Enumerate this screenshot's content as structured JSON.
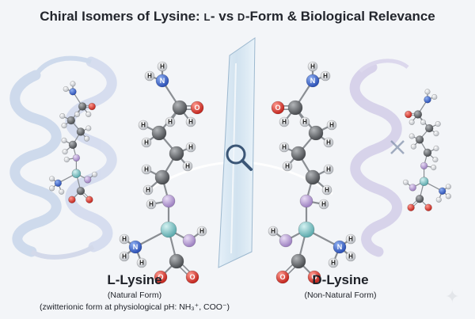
{
  "title": {
    "part1": "Chiral Isomers of Lysine: ",
    "sc1": "L",
    "part2": "- vs ",
    "sc2": "D",
    "part3": "-Form & Biological Relevance"
  },
  "left": {
    "name": "L-Lysine",
    "subtitle": "(Natural Form)",
    "note": "(zwitterionic form at physiological pH: NH₃⁺, COO⁻)"
  },
  "right": {
    "name": "D-Lysine",
    "subtitle": "(Non-Natural Form)"
  },
  "atom_labels": {
    "hydrogen": "H",
    "nitrogen": "N",
    "oxygen": "O"
  },
  "colors": {
    "carbon": "#5c5f62",
    "hydrogen": "#eceef0",
    "nitrogen": "#3c64d2",
    "oxygen": "#d8322a",
    "chiral_carbon": "#7cc7c9",
    "alpha_neighbor": "#b99bd6",
    "helix_left": "#b9cbe3",
    "helix_right": "#cdc6e6",
    "mirror": "#cfe2f1"
  },
  "icons": {
    "magnifier": "magnifier-icon",
    "incompatible": "cross-icon",
    "sparkle": "sparkle-icon"
  }
}
